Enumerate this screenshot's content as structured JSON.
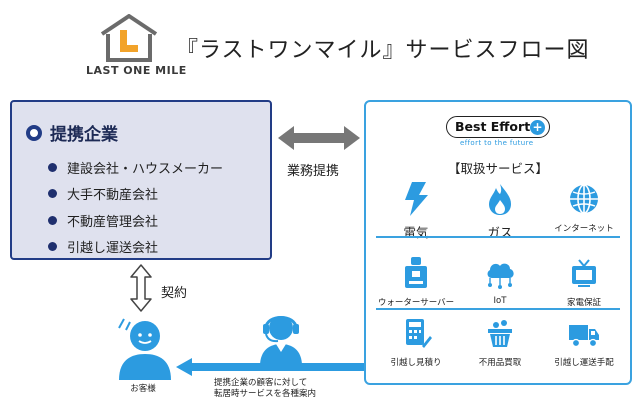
{
  "header": {
    "logo_text": "LAST ONE MILE",
    "title": "『ラストワンマイル』サービスフロー図"
  },
  "partners": {
    "title": "提携企業",
    "items": [
      "建設会社・ハウスメーカー",
      "大手不動産会社",
      "不動産管理会社",
      "引越し運送会社"
    ]
  },
  "arrows": {
    "business_partnership": "業務提携",
    "contract": "契約"
  },
  "best_effort": {
    "logo_text": "Best Effort",
    "logo_plus": "+",
    "tagline": "effort to the future",
    "subtitle": "【取扱サービス】",
    "services": [
      {
        "label": "電気",
        "icon": "lightning-icon"
      },
      {
        "label": "ガス",
        "icon": "flame-icon"
      },
      {
        "label": "インターネット",
        "icon": "globe-icon"
      },
      {
        "label": "ウォーターサーバー",
        "icon": "water-server-icon"
      },
      {
        "label": "IoT",
        "icon": "iot-cloud-icon"
      },
      {
        "label": "家電保証",
        "icon": "tv-icon"
      },
      {
        "label": "引越し見積り",
        "icon": "estimate-calculator-icon"
      },
      {
        "label": "不用品買取",
        "icon": "basket-icon"
      },
      {
        "label": "引越し運送手配",
        "icon": "truck-icon"
      }
    ]
  },
  "customer": {
    "label": "お客様"
  },
  "notes": {
    "line1": "提携企業の顧客に対して",
    "line2": "転居時サービスを各種案内"
  },
  "colors": {
    "navy": "#223c86",
    "partner_bg": "#dfe1ee",
    "blue_accent": "#2c9be0",
    "arrow_gray": "#777777"
  }
}
